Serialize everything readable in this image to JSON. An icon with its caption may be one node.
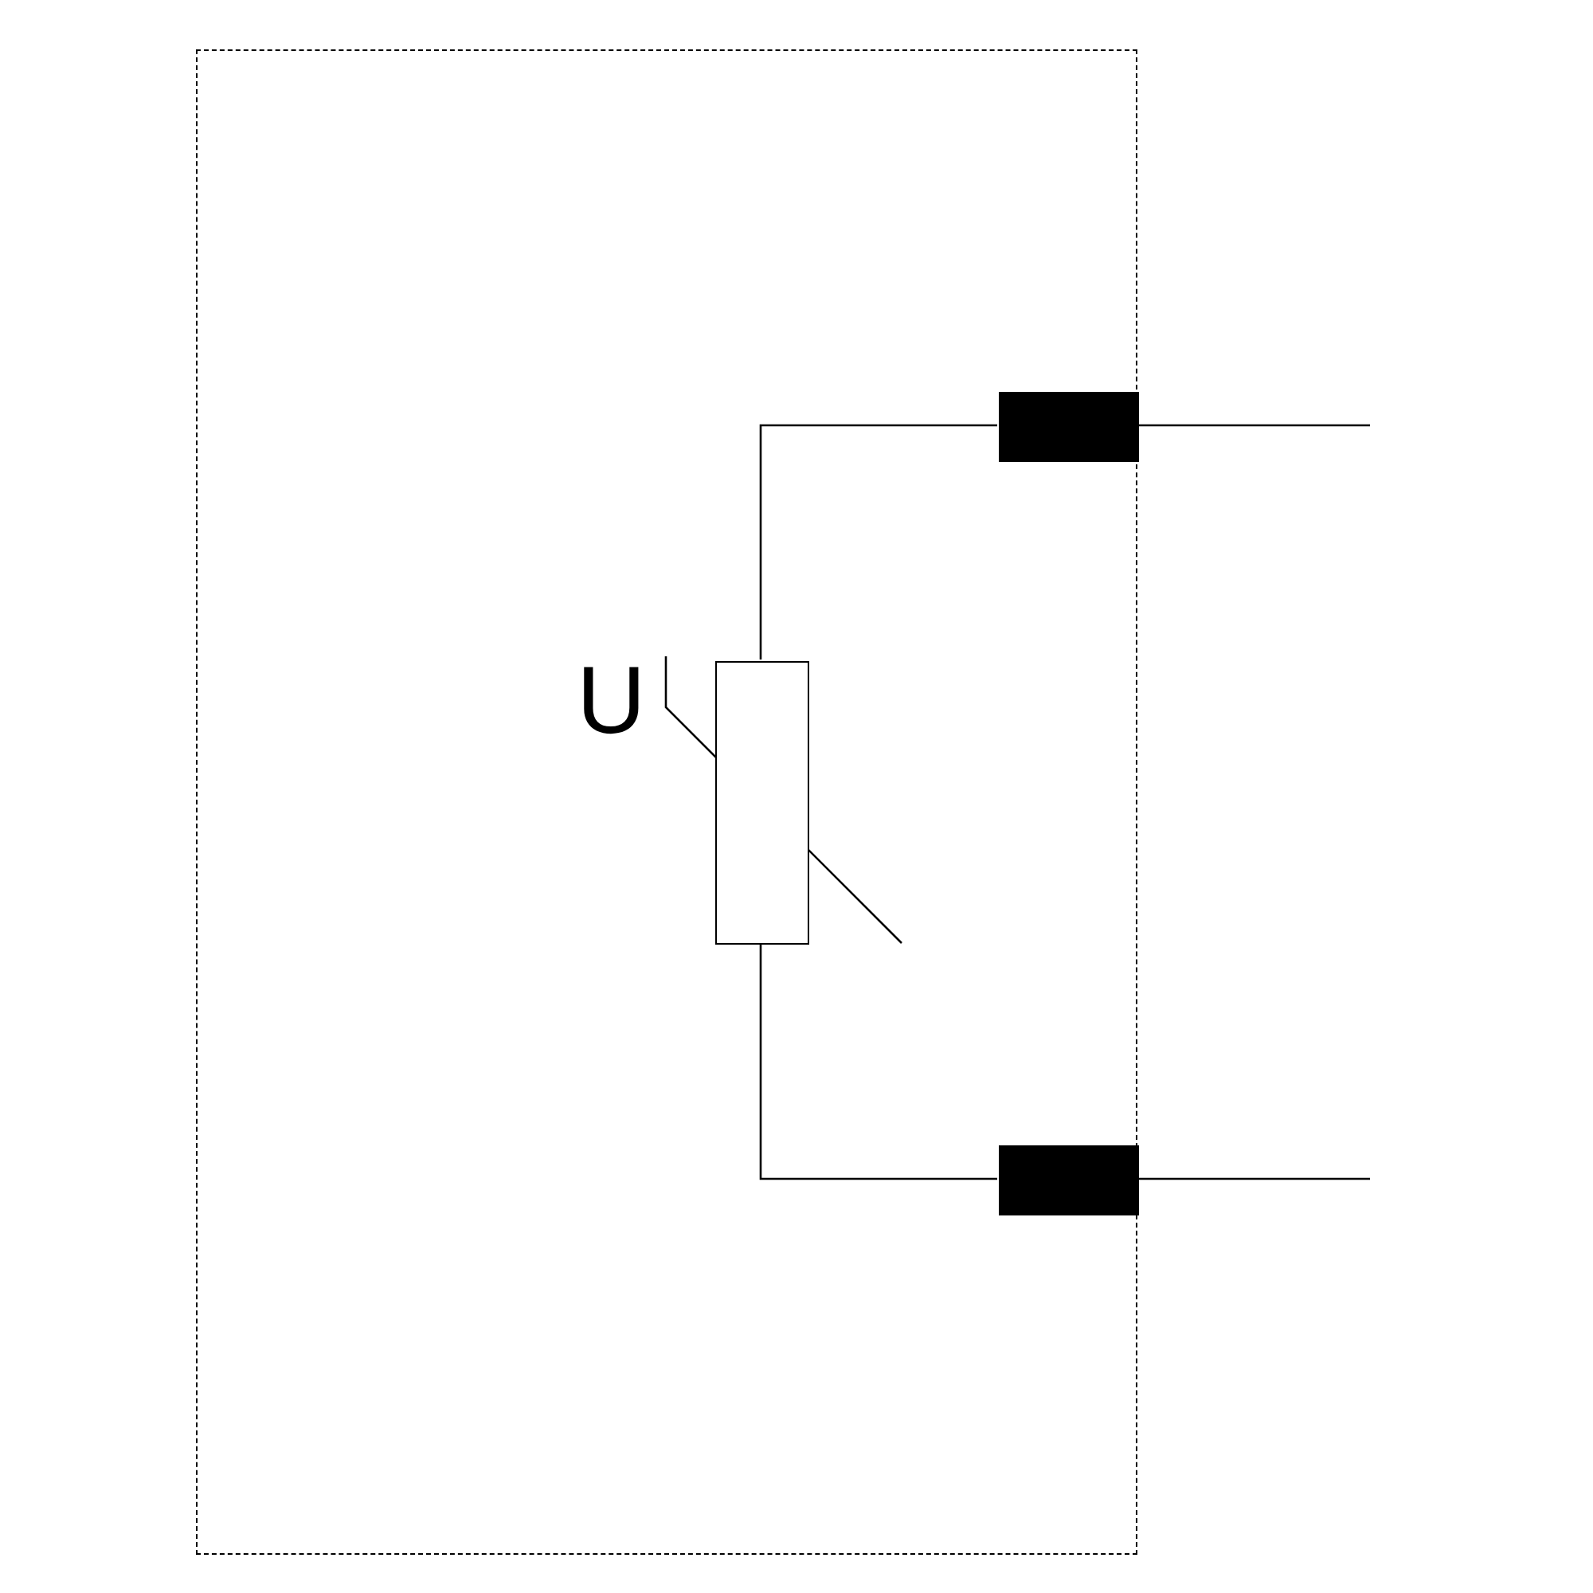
{
  "diagram": {
    "nodes": [
      {
        "text": [],
        "shape": "box"
      },
      {
        "text": [],
        "shape": "box",
        "in": 0,
        "beside": [
          "U"
        ]
      },
      {
        "text": [],
        "shape": "bar",
        "in": 0
      },
      {
        "text": [],
        "shape": "bar",
        "in": 0
      }
    ],
    "edges": [
      {
        "from": 1,
        "to": 2,
        "arrow": "none"
      },
      {
        "from": 1,
        "to": 3,
        "arrow": "none"
      },
      {
        "from": 2,
        "to": null,
        "arrow": "none"
      },
      {
        "from": 3,
        "to": null,
        "arrow": "none"
      }
    ]
  }
}
